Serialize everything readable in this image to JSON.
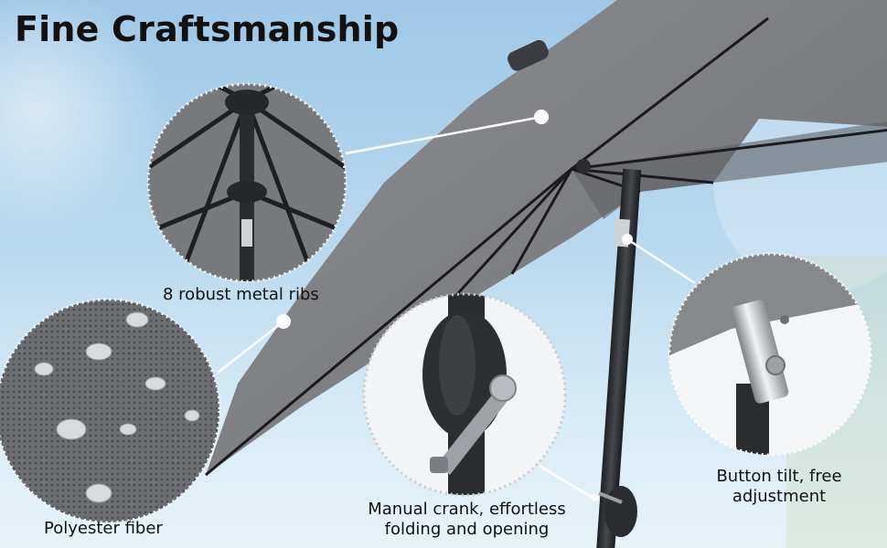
{
  "headline": "Fine Craftsmanship",
  "features": {
    "ribs": "8 robust metal ribs",
    "fiber": "Polyester fiber",
    "crank": "Manual crank, effortless folding and opening",
    "tilt": "Button tilt, free adjustment"
  },
  "colors": {
    "canopy": "#808285",
    "pole": "#2b2d30",
    "sky": "#b9d9ef",
    "callout_border": "#ffffff"
  }
}
